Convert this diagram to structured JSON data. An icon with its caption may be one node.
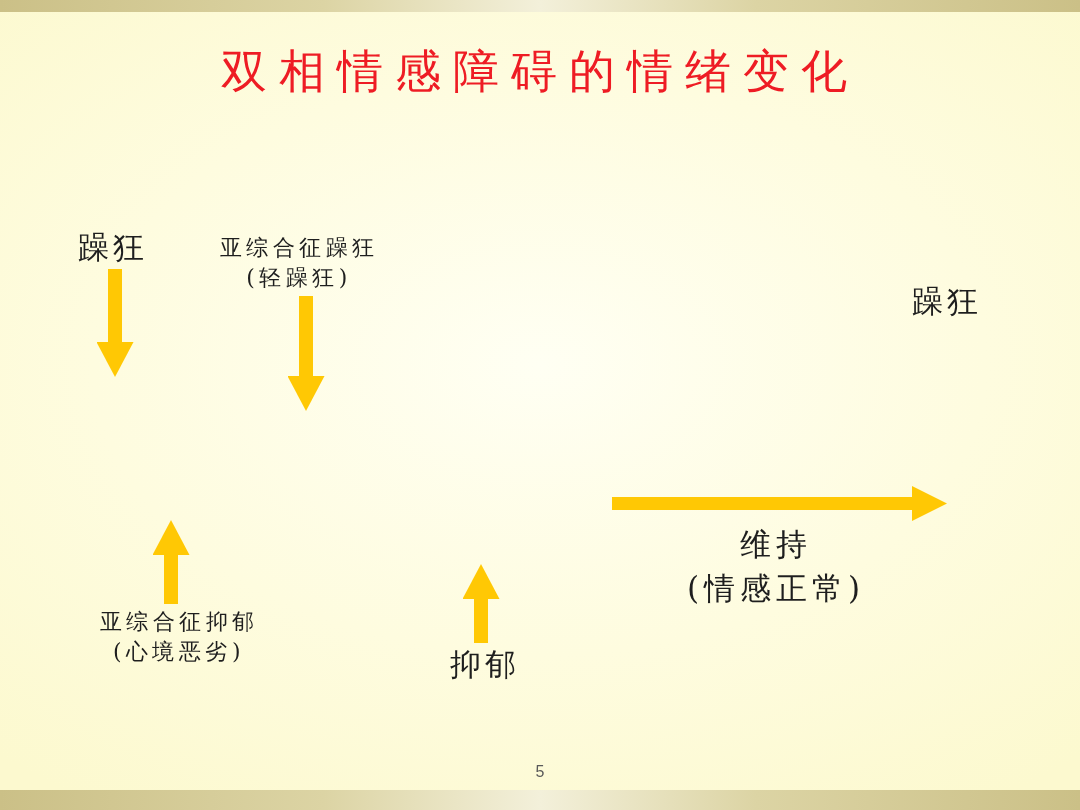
{
  "diagram": {
    "title": "双相情感障碍的情绪变化",
    "nodes": [
      {
        "text": [
          "躁狂"
        ]
      },
      {
        "text": [
          "亚综合征躁狂(轻躁狂)"
        ]
      },
      {
        "text": [
          "亚综合征抑郁(心境恶劣)"
        ]
      },
      {
        "text": [
          "抑郁"
        ]
      }
    ],
    "edges": [
      {
        "from": 0,
        "to": null,
        "arrow": "to"
      },
      {
        "from": 1,
        "to": null,
        "arrow": "to"
      },
      {
        "from": 2,
        "to": null,
        "arrow": "to"
      },
      {
        "from": 3,
        "to": null,
        "arrow": "to"
      }
    ],
    "labels": [
      "躁狂",
      "维持",
      "(情感正常)",
      "5"
    ]
  }
}
